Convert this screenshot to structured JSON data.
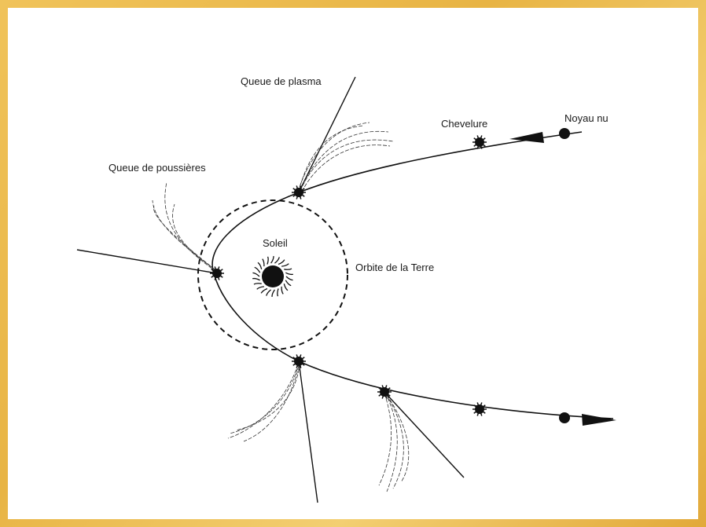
{
  "labels": {
    "plasma_tail": "Queue de plasma",
    "coma": "Chevelure",
    "bare_nucleus": "Noyau nu",
    "dust_tail": "Queue de poussières",
    "sun": "Soleil",
    "earth_orbit": "Orbite de la Terre"
  },
  "colors": {
    "frame": "#e8b444",
    "ink": "#111111",
    "background": "#ffffff"
  }
}
